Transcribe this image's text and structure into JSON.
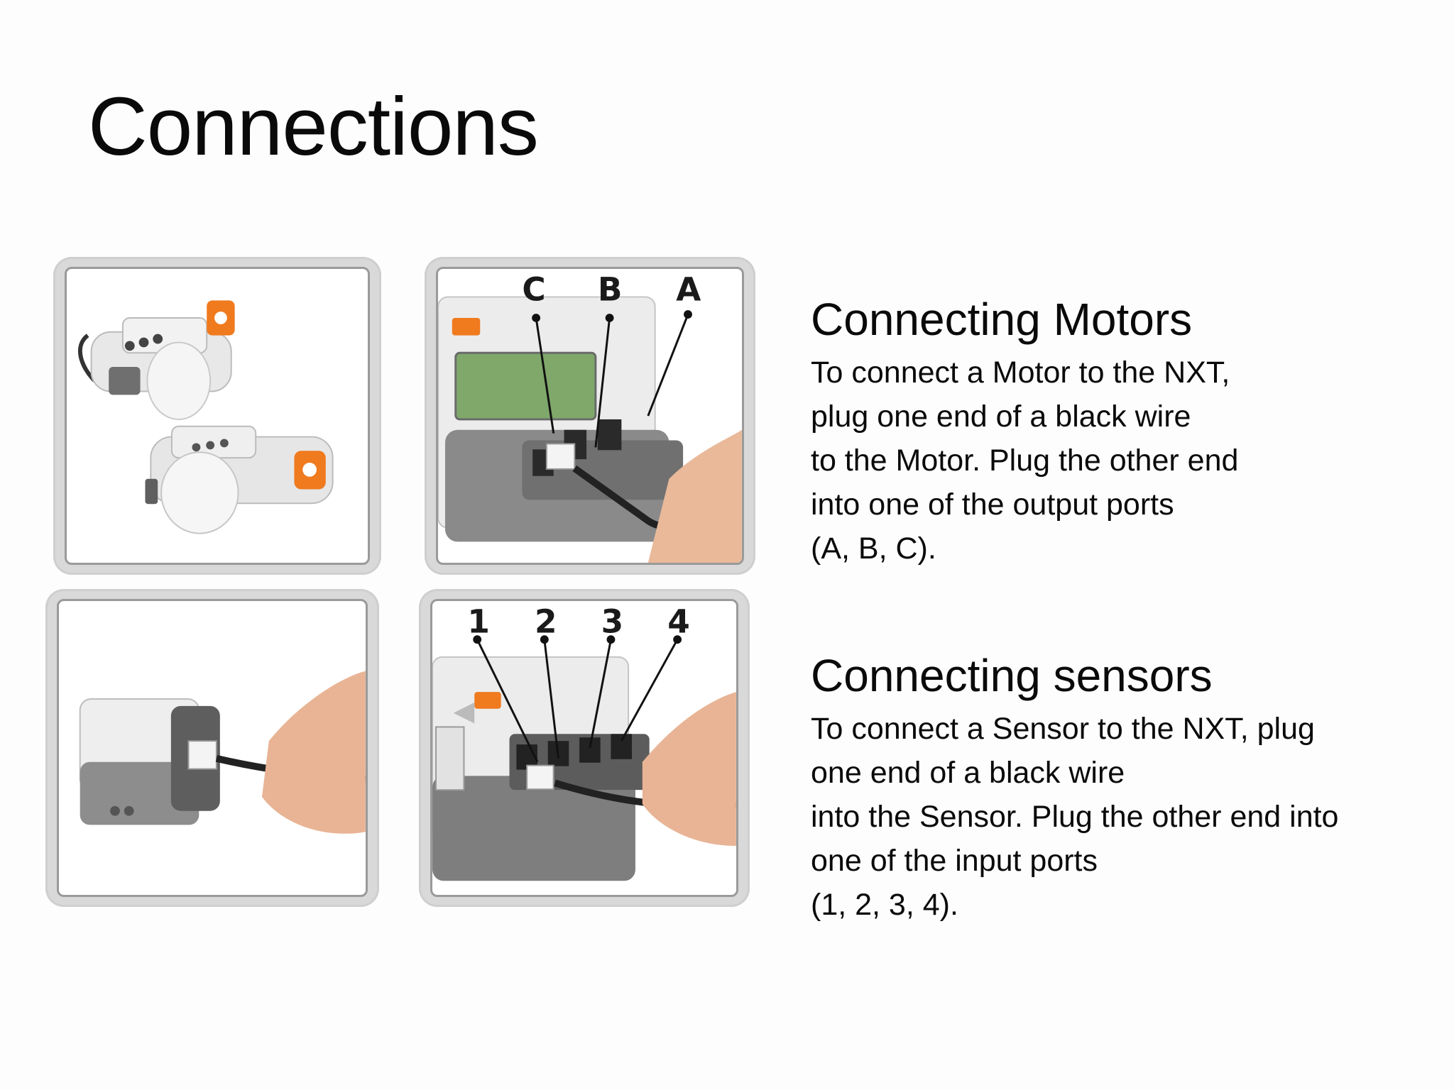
{
  "slide": {
    "title": "Connections"
  },
  "motors": {
    "heading": "Connecting Motors",
    "body": "To connect a Motor to the NXT,\nplug one end of a black wire\nto the Motor. Plug the other end\ninto one of the output ports\n(A, B, C)."
  },
  "sensors": {
    "heading": "Connecting sensors",
    "body": "To connect a Sensor to the NXT, plug\none end of a black wire\ninto the Sensor. Plug the other end into\none of the input ports\n(1, 2, 3, 4)."
  },
  "figures": {
    "output_ports": [
      "C",
      "B",
      "A"
    ],
    "input_ports": [
      "1",
      "2",
      "3",
      "4"
    ]
  },
  "colors": {
    "accent_orange": "#f07a1e",
    "screen_green": "#7fa86a",
    "brick_grey": "#8a8a8a"
  }
}
